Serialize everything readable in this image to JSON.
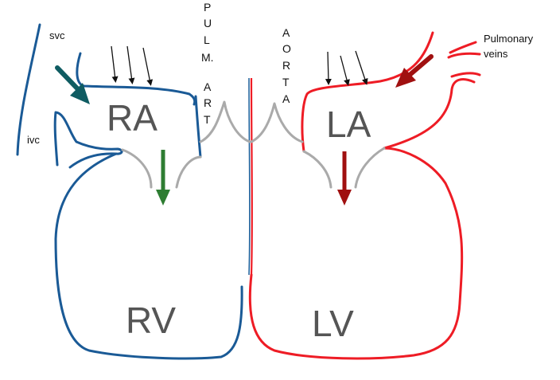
{
  "labels": {
    "svc": "svc",
    "ivc": "ivc",
    "ra": "RA",
    "rv": "RV",
    "la": "LA",
    "lv": "LV",
    "pulmonary_veins_line1": "Pulmonary",
    "pulmonary_veins_line2": "veins",
    "pulm_art": [
      "P",
      "U",
      "L",
      "M.",
      "A",
      "R",
      "T"
    ],
    "aorta": [
      "A",
      "O",
      "R",
      "T",
      "A"
    ]
  },
  "colors": {
    "right_heart": "#1a5a96",
    "left_heart": "#ee1c25",
    "valves": "#aaaaaa",
    "arrow_venous": "#0f5c62",
    "arrow_right_flow": "#2e7d32",
    "arrow_left_flow": "#a01010",
    "thin_arrows": "#111111",
    "septum_blue": "#1a5a96"
  }
}
